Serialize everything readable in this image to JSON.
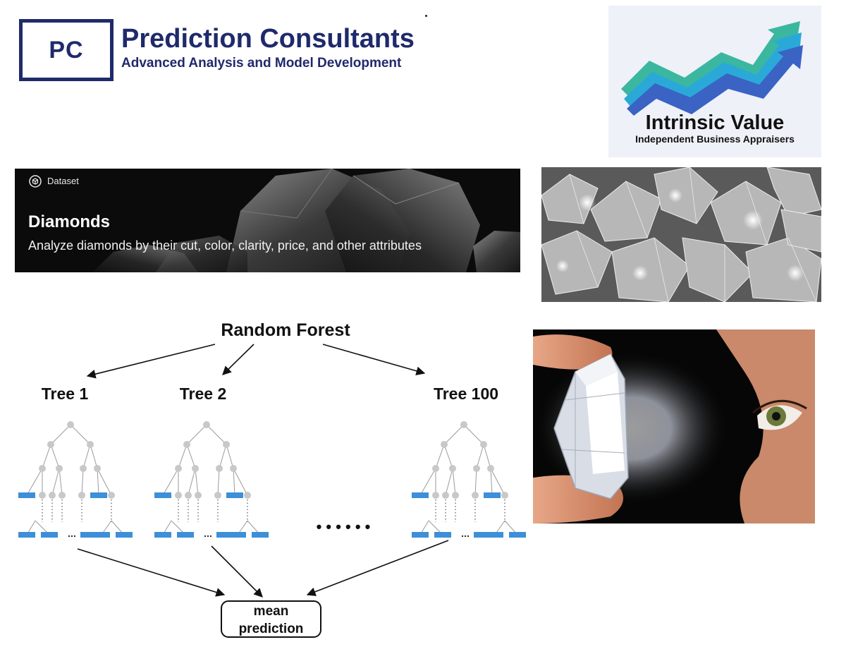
{
  "header": {
    "logo_initials": "PC",
    "company_name": "Prediction Consultants",
    "company_tagline": "Advanced Analysis and Model Development"
  },
  "partner_logo": {
    "name": "Intrinsic Value",
    "tagline": "Independent Business Appraisers",
    "colors": {
      "teal": "#3bb7a0",
      "cyan": "#2aa9d9",
      "blue": "#3a63c4"
    }
  },
  "dataset_banner": {
    "label": "Dataset",
    "title": "Diamonds",
    "description": "Analyze diamonds by their cut, color, clarity, price, and other attributes"
  },
  "diagram": {
    "title": "Random Forest",
    "trees": [
      {
        "label": "Tree 1"
      },
      {
        "label": "Tree 2"
      },
      {
        "label": "Tree 100"
      }
    ],
    "ellipsis": "• • • • • •",
    "output": [
      "mean",
      "prediction"
    ],
    "colors": {
      "node": "#c8c8c8",
      "leaf": "#3c8fd8",
      "arrow": "#111111"
    }
  },
  "icons": [
    "dataset-icon",
    "trend-arrow-icon"
  ]
}
